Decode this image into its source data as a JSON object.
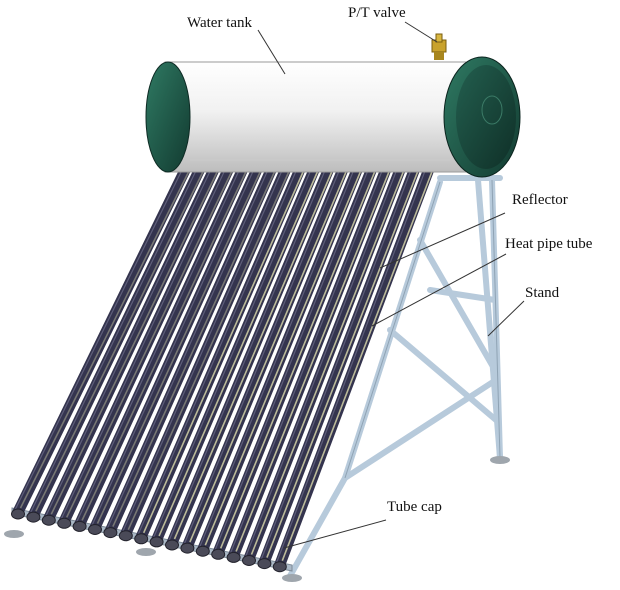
{
  "labels": {
    "water_tank": "Water tank",
    "pt_valve": "P/T valve",
    "reflector": "Reflector",
    "heat_pipe_tube": "Heat pipe tube",
    "stand": "Stand",
    "tube_cap": "Tube cap"
  },
  "colors": {
    "tank_body": "#e9e9e9",
    "tank_end_cap": "#1f5a4a",
    "vacuum_tube": "#34344e",
    "heat_pipe_highlight": "#c9c8a2",
    "stand_frame": "#b7cadb",
    "leader_line": "#333333",
    "valve": "#c9a22c"
  },
  "tube_count": 18
}
